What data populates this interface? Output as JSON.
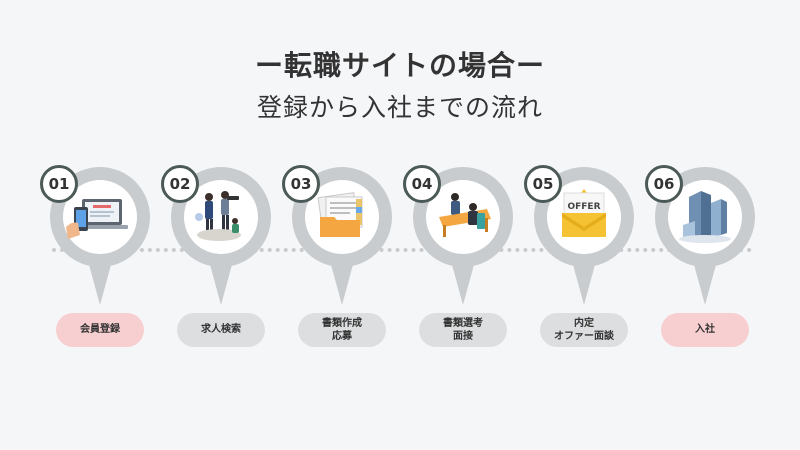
{
  "header": {
    "title": "ー転職サイトの場合ー",
    "subtitle": "登録から入社までの流れ"
  },
  "icons": {
    "offer_text": "OFFER"
  },
  "colors": {
    "pin_gray": "#c9cccf",
    "badge_border": "#4b5a56",
    "label_pink": "#f8cfd1",
    "label_gray": "#dcdedf"
  },
  "steps": [
    {
      "number": "01",
      "line1": "会員登録",
      "line2": "",
      "icon": "laptop-phone-icon",
      "style": "pink"
    },
    {
      "number": "02",
      "line1": "求人検索",
      "line2": "",
      "icon": "search-team-icon",
      "style": "gray"
    },
    {
      "number": "03",
      "line1": "書類作成",
      "line2": "応募",
      "icon": "documents-folder-icon",
      "style": "gray"
    },
    {
      "number": "04",
      "line1": "書類選考",
      "line2": "面接",
      "icon": "interview-desk-icon",
      "style": "gray"
    },
    {
      "number": "05",
      "line1": "内定",
      "line2": "オファー面談",
      "icon": "offer-envelope-icon",
      "style": "gray"
    },
    {
      "number": "06",
      "line1": "入社",
      "line2": "",
      "icon": "office-building-icon",
      "style": "pink"
    }
  ]
}
